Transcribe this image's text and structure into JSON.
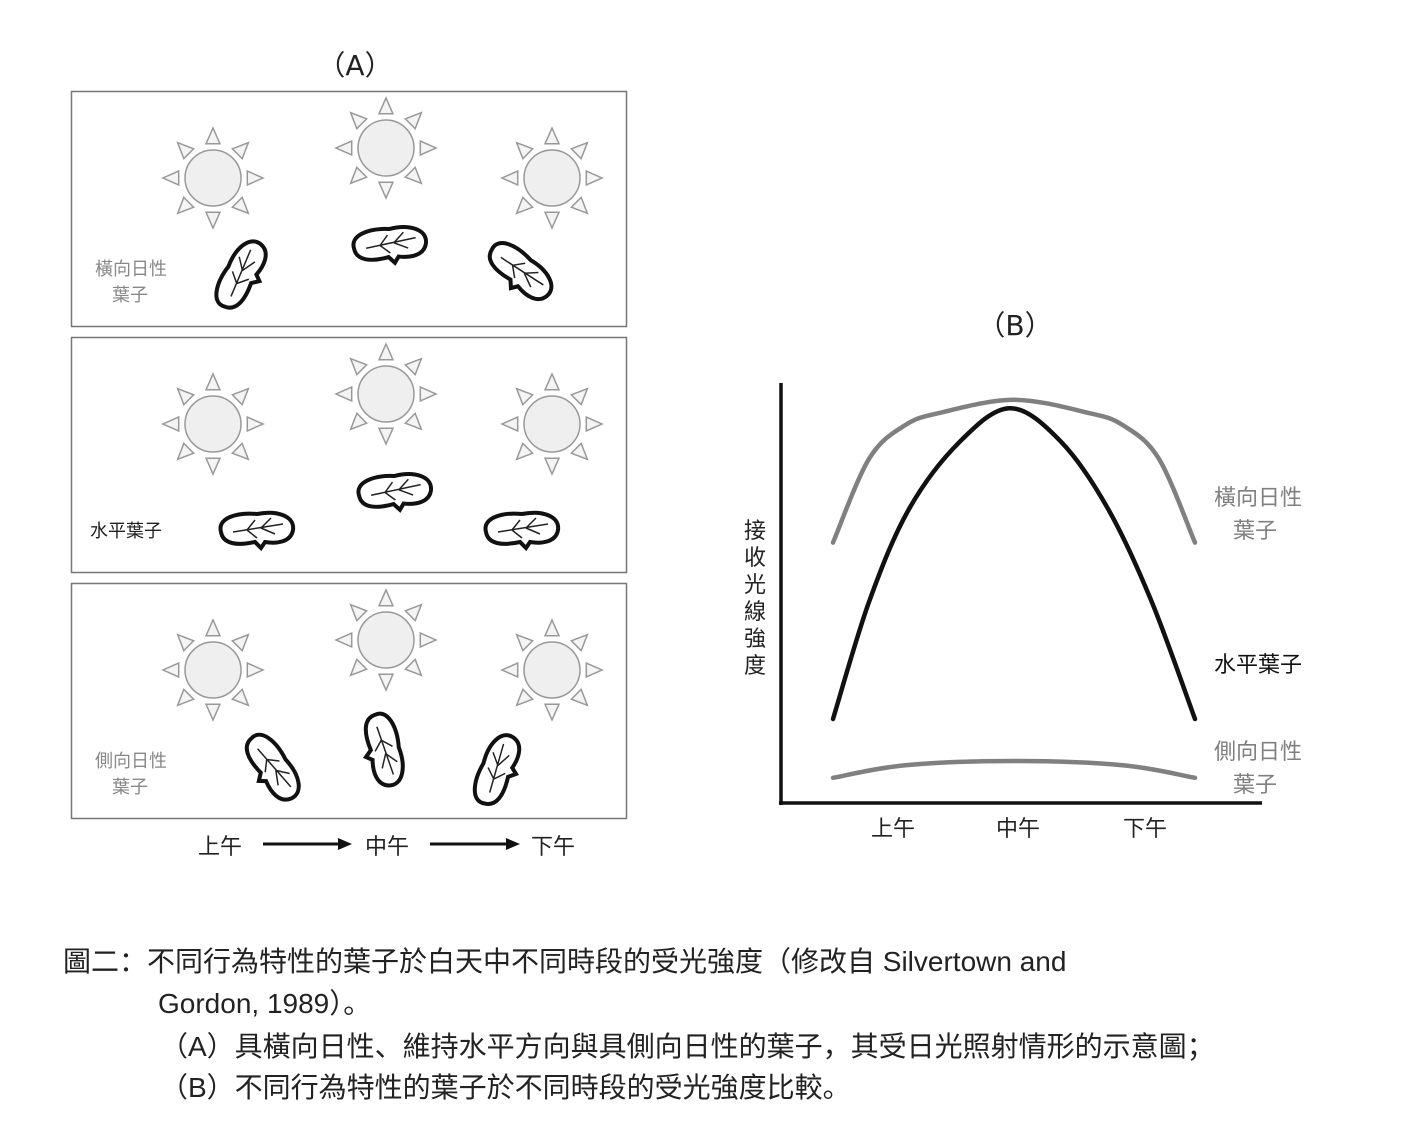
{
  "panel_a": {
    "title": "（A）",
    "rows": [
      {
        "label_line1": "橫向日性",
        "label_line2": "葉子",
        "label_color": "#888888"
      },
      {
        "label_line1": "水平葉子",
        "label_line2": "",
        "label_color": "#222222"
      },
      {
        "label_line1": "側向日性",
        "label_line2": "葉子",
        "label_color": "#888888"
      }
    ],
    "timeline": [
      "上午",
      "中午",
      "下午"
    ]
  },
  "chart_data": {
    "type": "line",
    "title": "（B）",
    "ylabel": "接收光線強度",
    "xlabel": "",
    "x_tick_labels": [
      "上午",
      "中午",
      "下午"
    ],
    "xlim": [
      0,
      10
    ],
    "ylim": [
      0,
      100
    ],
    "grid": false,
    "series": [
      {
        "name": "橫向日性葉子",
        "label_line1": "橫向日性",
        "label_line2": "葉子",
        "color": "#808080",
        "x": [
          0,
          1,
          2,
          3,
          5,
          7,
          8,
          9,
          10
        ],
        "y": [
          62,
          82,
          90,
          93,
          96,
          93,
          90,
          82,
          62
        ]
      },
      {
        "name": "水平葉子",
        "label_line1": "水平葉子",
        "label_line2": "",
        "color": "#111111",
        "x": [
          0,
          1,
          2.1,
          3.5,
          4.9,
          6.3,
          7.6,
          8.8,
          10
        ],
        "y": [
          20,
          48,
          70,
          86,
          94,
          86,
          70,
          48,
          20
        ]
      },
      {
        "name": "側向日性葉子",
        "label_line1": "側向日性",
        "label_line2": "葉子",
        "color": "#808080",
        "x": [
          0,
          2,
          5,
          8,
          10
        ],
        "y": [
          6,
          9,
          10,
          9,
          6
        ]
      }
    ]
  },
  "caption": {
    "line1": "圖二：不同行為特性的葉子於白天中不同時段的受光強度（修改自 Silvertown and",
    "line2": "Gordon, 1989）。",
    "line3": "（A）具橫向日性、維持水平方向與具側向日性的葉子，其受日光照射情形的示意圖；",
    "line4": "（B）不同行為特性的葉子於不同時段的受光強度比較。"
  }
}
